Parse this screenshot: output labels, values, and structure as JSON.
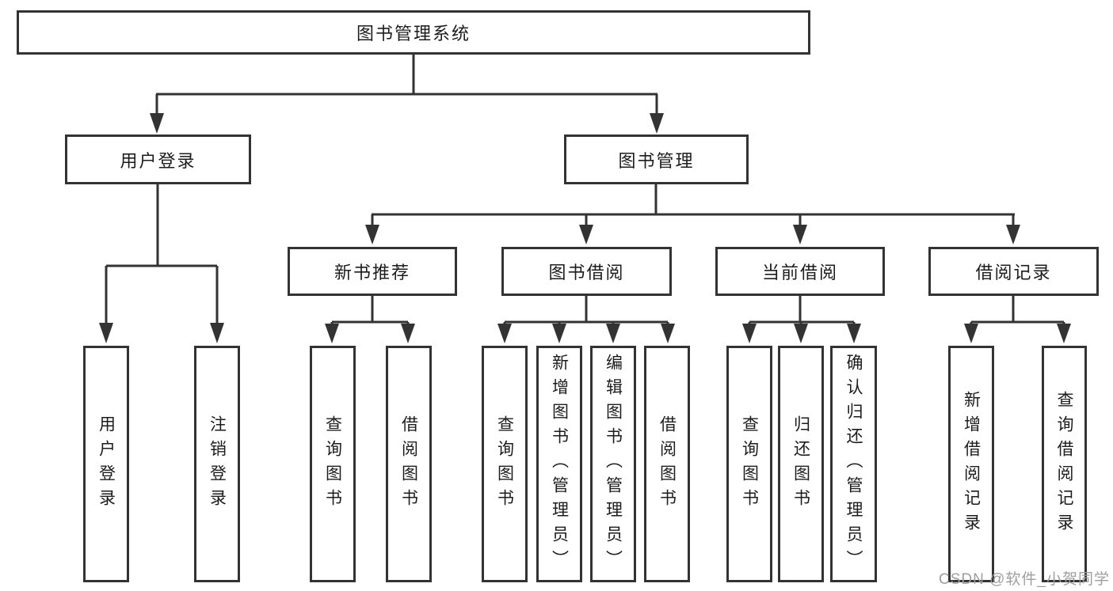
{
  "tree": {
    "label": "图书管理系统",
    "children": [
      {
        "label": "用户登录",
        "children": [
          {
            "label": "用户登录"
          },
          {
            "label": "注销登录"
          }
        ]
      },
      {
        "label": "图书管理",
        "children": [
          {
            "label": "新书推荐",
            "children": [
              {
                "label": "查询图书"
              },
              {
                "label": "借阅图书"
              }
            ]
          },
          {
            "label": "图书借阅",
            "children": [
              {
                "label": "查询图书"
              },
              {
                "label": "新增图书（管理员）"
              },
              {
                "label": "编辑图书（管理员）"
              },
              {
                "label": "借阅图书"
              }
            ]
          },
          {
            "label": "当前借阅",
            "children": [
              {
                "label": "查询图书"
              },
              {
                "label": "归还图书"
              },
              {
                "label": "确认归还（管理员）"
              }
            ]
          },
          {
            "label": "借阅记录",
            "children": [
              {
                "label": "新增借阅记录"
              },
              {
                "label": "查询借阅记录"
              }
            ]
          }
        ]
      }
    ]
  },
  "watermark": "CSDN @软件_小贺同学",
  "colors": {
    "line": "#333333",
    "text": "#1c1c1c",
    "watermark_text": "#9e9e9e",
    "background": "#ffffff"
  }
}
